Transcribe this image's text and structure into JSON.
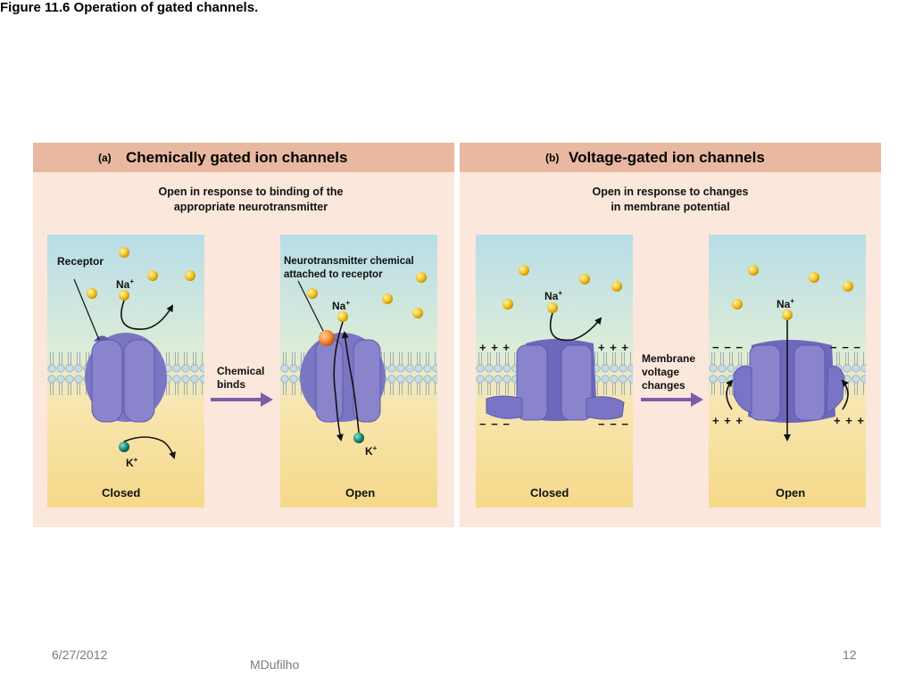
{
  "slide": {
    "title": "Figure 11.6  Operation of gated channels.",
    "footer_date": "6/27/2012",
    "footer_author": "MDufilho",
    "footer_page": "12"
  },
  "panel_a": {
    "letter": "(a)",
    "title": "Chemically gated ion channels",
    "subtitle_line1": "Open in response to binding of the",
    "subtitle_line2": "appropriate neurotransmitter",
    "receptor_label": "Receptor",
    "nt_label_line1": "Neurotransmitter chemical",
    "nt_label_line2": "attached to receptor",
    "arrow_label_line1": "Chemical",
    "arrow_label_line2": "binds",
    "closed_label": "Closed",
    "open_label": "Open",
    "na_text": "Na",
    "k_text": "K",
    "charge": "+"
  },
  "panel_b": {
    "letter": "(b)",
    "title": "Voltage-gated ion channels",
    "subtitle_line1": "Open in response to changes",
    "subtitle_line2": "in membrane potential",
    "arrow_label_line1": "Membrane",
    "arrow_label_line2": "voltage",
    "arrow_label_line3": "changes",
    "closed_label": "Closed",
    "open_label": "Open",
    "na_text": "Na",
    "charge": "+",
    "plus_signs": "+ + +",
    "minus_signs": "− − −"
  },
  "colors": {
    "panel_bg": "#fbe7dc",
    "header_bg": "#e8b8a0",
    "channel": "#8a84cc",
    "channel_dark": "#5e5aa8",
    "sodium_ion": "#f2c21e",
    "potassium_ion": "#1f8a7a",
    "neurotransmitter": "#f28a30",
    "process_arrow": "#7b5ea8"
  }
}
